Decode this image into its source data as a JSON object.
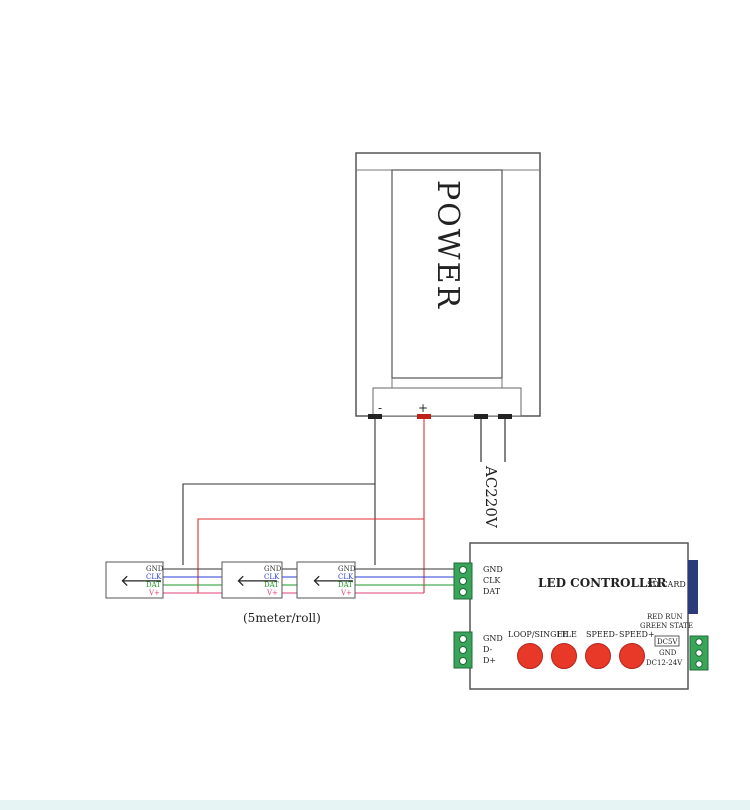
{
  "power": {
    "title": "POWER",
    "minus": "-",
    "plus": "+",
    "ac": "AC220V"
  },
  "strip": {
    "pins": [
      "GND",
      "CLK",
      "DAT",
      "V+"
    ],
    "arrow": "🡐",
    "roll": "(5meter/roll)"
  },
  "controller": {
    "title": "LED CONTROLLER",
    "sd": "SD CARD",
    "out_pins": [
      "GND",
      "CLK",
      "DAT"
    ],
    "in_pins": [
      "GND",
      "D-",
      "D+"
    ],
    "buttons": [
      "LOOP/SINGLE",
      "FILE",
      "SPEED-",
      "SPEED+"
    ],
    "status_1": "RED RUN",
    "status_2": "GREEN STATE",
    "dc5v": "DC5V",
    "gnd": "GND",
    "dc": "DC12-24V"
  },
  "colors": {
    "line": "#333333",
    "red": "#e03030",
    "clk": "#2a3fd8",
    "dat": "#1a9a2a",
    "vplus": "#e04070",
    "terminal": "#3aa55a",
    "button": "#e83828"
  }
}
